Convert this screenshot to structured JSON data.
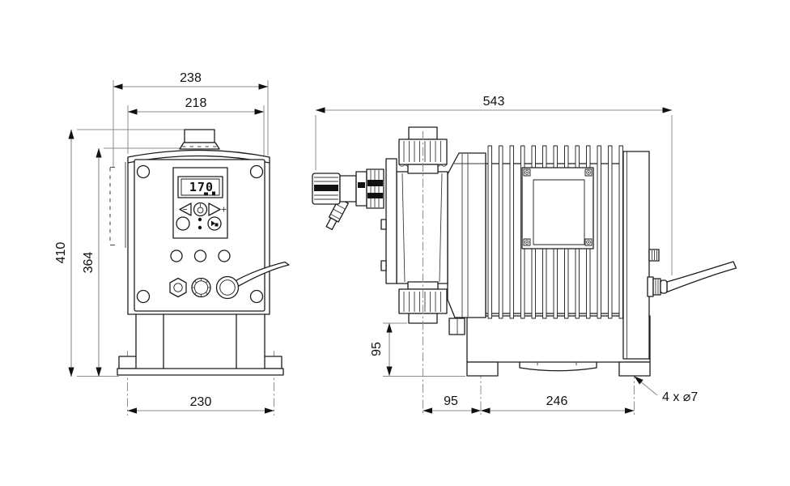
{
  "front_view": {
    "dims": {
      "overall_width": "238",
      "housing_width": "218",
      "overall_height": "410",
      "housing_height": "364",
      "foot_hole_spacing": "230"
    },
    "control_panel": {
      "display_value": "170"
    }
  },
  "side_view": {
    "dims": {
      "overall_depth": "543",
      "base_to_outlet": "95",
      "head_center_to_front_hole": "95",
      "foot_hole_spacing": "246",
      "mounting_holes": "4 x ⌀7"
    }
  }
}
